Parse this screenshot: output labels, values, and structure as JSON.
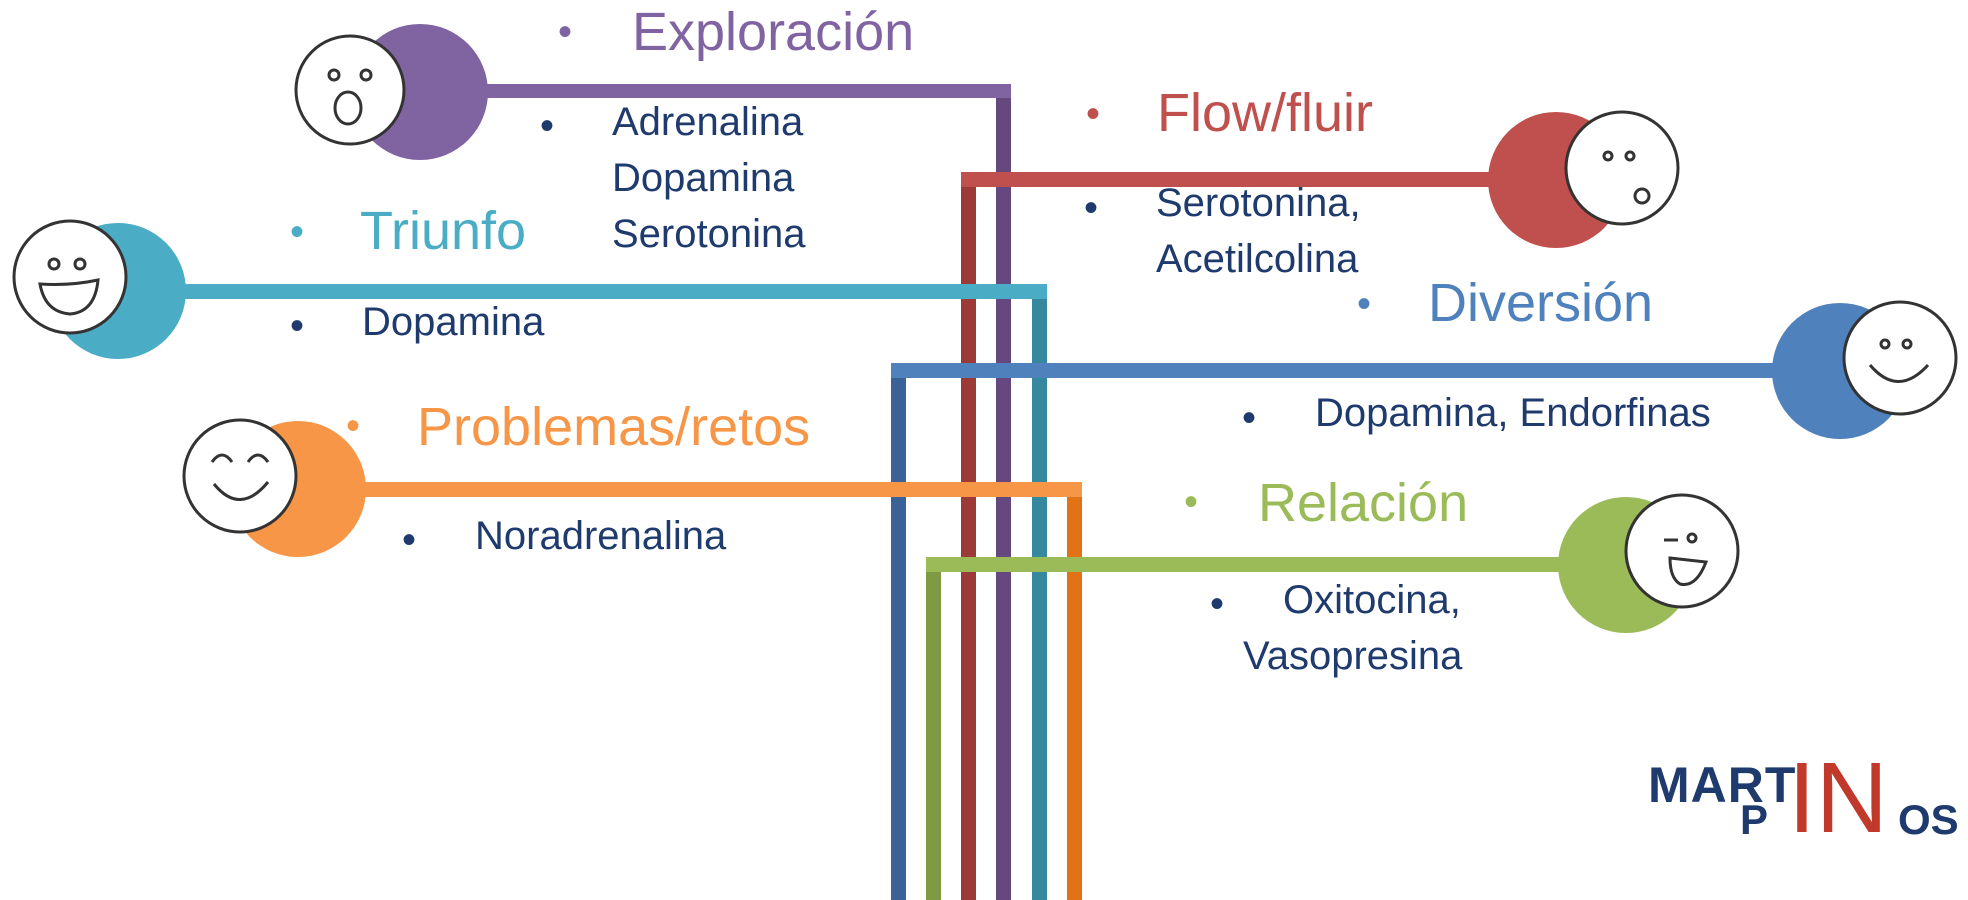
{
  "groups": [
    {
      "id": "exploracion",
      "title": "Exploración",
      "color": "#8064a2",
      "face": "surprised-face-icon",
      "items": [
        "Adrenalina",
        "Dopamina",
        "Serotonina"
      ]
    },
    {
      "id": "flow",
      "title": "Flow/fluir",
      "color": "#c0504d",
      "face": "surprised-face-icon",
      "items": [
        "Serotonina,",
        "Acetilcolina"
      ]
    },
    {
      "id": "triunfo",
      "title": "Triunfo",
      "color": "#4bacc6",
      "face": "laughing-face-icon",
      "items": [
        "Dopamina"
      ]
    },
    {
      "id": "diversion",
      "title": "Diversión",
      "color": "#4f81bd",
      "face": "smiling-face-icon",
      "items": [
        "Dopamina, Endorfinas"
      ]
    },
    {
      "id": "problemas",
      "title": "Problemas/retos",
      "color": "#f79646",
      "face": "happy-eyes-closed-face-icon",
      "items": [
        "Noradrenalina"
      ]
    },
    {
      "id": "relacion",
      "title": "Relación",
      "color": "#9bbb59",
      "face": "winking-face-icon",
      "items": [
        "Oxitocina,",
        "Vasopresina"
      ]
    }
  ],
  "logo": {
    "part1": "MART",
    "part2": "P",
    "part3": "IN",
    "part4": "OS"
  }
}
